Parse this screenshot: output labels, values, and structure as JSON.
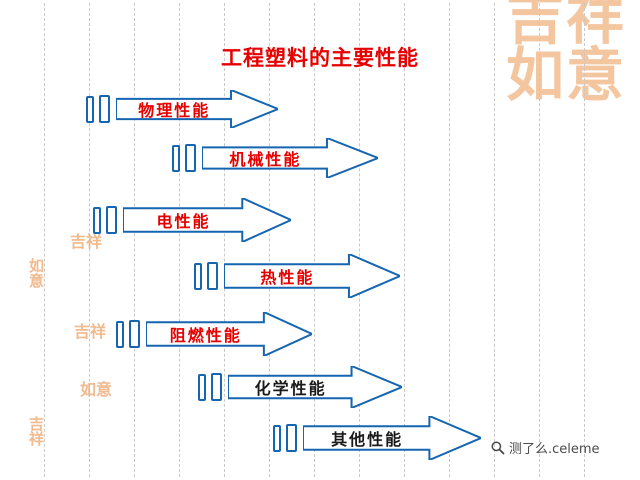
{
  "slide": {
    "title": "工程塑料的主要性能"
  },
  "arrows": [
    {
      "label": "物理性能",
      "color": "#e60000"
    },
    {
      "label": "机械性能",
      "color": "#e60000"
    },
    {
      "label": "电性能",
      "color": "#e60000"
    },
    {
      "label": "热性能",
      "color": "#e60000"
    },
    {
      "label": "阻燃性能",
      "color": "#e60000"
    },
    {
      "label": "化学性能",
      "color": "#1a1a1a"
    },
    {
      "label": "其他性能",
      "color": "#1a1a1a"
    }
  ],
  "watermark": {
    "corner_line1": "吉祥",
    "corner_line2": "如意",
    "stamps": [
      "吉祥",
      "如意",
      "吉祥",
      "如意",
      "吉祥"
    ]
  },
  "footer": {
    "brand": "测了么.celeme"
  },
  "colors": {
    "title": "#e60000",
    "red_label": "#e60000",
    "black_label": "#1a1a1a",
    "arrow_stroke": "#1565b0",
    "watermark_orange": "#f2c096"
  }
}
